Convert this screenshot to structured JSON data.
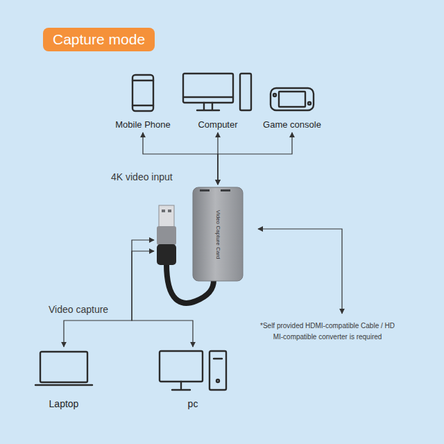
{
  "diagram": {
    "title": "Capture mode",
    "nodes": [
      {
        "text": [
          "Mobile Phone"
        ]
      },
      {
        "text": [
          "Computer"
        ]
      },
      {
        "text": [
          "Game console"
        ]
      },
      {
        "text": [
          "Video Capture Card"
        ]
      },
      {
        "text": [
          "Laptop"
        ]
      },
      {
        "text": [
          "pc"
        ]
      }
    ],
    "edges": [
      {
        "from": 3,
        "to": 0,
        "arrow": "both"
      },
      {
        "from": 3,
        "to": 1,
        "arrow": "both"
      },
      {
        "from": 3,
        "to": 2,
        "arrow": "both"
      },
      {
        "from": 3,
        "to": 4,
        "arrow": "both"
      },
      {
        "from": 3,
        "to": 5,
        "arrow": "both"
      }
    ],
    "labels": [
      "4K video input",
      "Video capture",
      "*Self provided HDMI-compatible Cable / HD MI-compatible converter is required"
    ]
  }
}
